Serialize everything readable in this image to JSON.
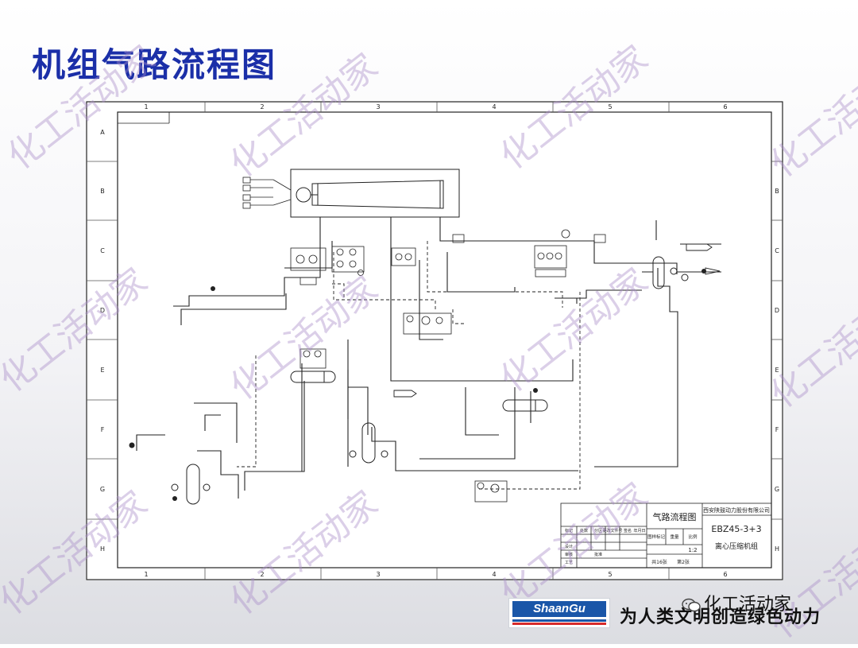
{
  "slide": {
    "title": "机组气路流程图",
    "slogan": "为人类文明创造绿色动力",
    "logo_text": "ShaanGu",
    "wechat_label": "化工活动家",
    "watermark_text": "化工活动家",
    "accent_color": "#1b2fa8",
    "logo_color": "#1a56a8"
  },
  "drawing": {
    "column_labels": [
      "1",
      "2",
      "3",
      "4",
      "5",
      "6"
    ],
    "row_labels": [
      "A",
      "B",
      "C",
      "D",
      "E",
      "F",
      "G",
      "H"
    ],
    "title_block": {
      "drawing_name": "气路流程图",
      "company": "西安陕鼓动力股份有限公司",
      "model": "EBZ45-3+3",
      "product": "离心压缩机组",
      "scale": "1:2",
      "sheet_total": "共16张",
      "sheet_no": "第2张",
      "header_cells": [
        "图样标记",
        "重量",
        "比例"
      ],
      "signature_rows": [
        "标记",
        "处数",
        "分区",
        "更改文件号",
        "签名",
        "年月日"
      ],
      "role_labels": [
        "设计",
        "审核",
        "工艺",
        "批准"
      ]
    }
  }
}
